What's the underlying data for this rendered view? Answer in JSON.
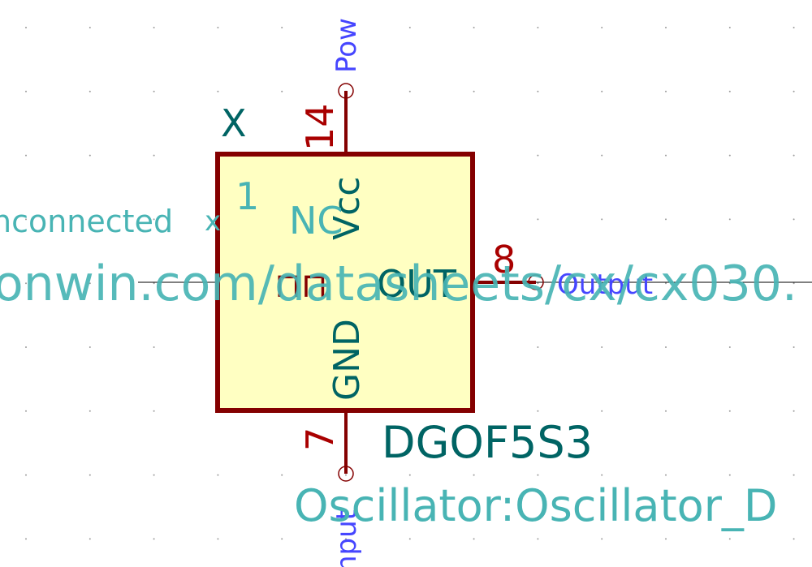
{
  "colors": {
    "background": "#ffffff",
    "grid_dot": "#9a9a9a",
    "body_fill": "#ffffc2",
    "body_outline": "#840000",
    "pin_line": "#840000",
    "pin_number": "#a90000",
    "pin_name": "#006464",
    "reference": "#006464",
    "value": "#006464",
    "field_text": "#48b4b4",
    "net_label": "#4646ff",
    "no_connect": "#48b4b4",
    "wire": "#000000"
  },
  "symbol": {
    "reference": "X",
    "value": "DGOF5S3",
    "footprint": "Oscillator:Oscillator_D",
    "datasheet": "onwin.com/datasheets/cx/cx030.",
    "clock_glyph": "⊓⊓"
  },
  "pins": [
    {
      "id": "pin-14",
      "number": "14",
      "name": "Vcc"
    },
    {
      "id": "pin-1",
      "number": "1",
      "name": "NC"
    },
    {
      "id": "pin-8",
      "number": "8",
      "name": "OUT"
    },
    {
      "id": "pin-7",
      "number": "7",
      "name": "GND"
    }
  ],
  "nets": {
    "top": "Pow",
    "right": "Output",
    "bottom": "nput",
    "left": "nconnected"
  },
  "no_connect_marker": "x"
}
